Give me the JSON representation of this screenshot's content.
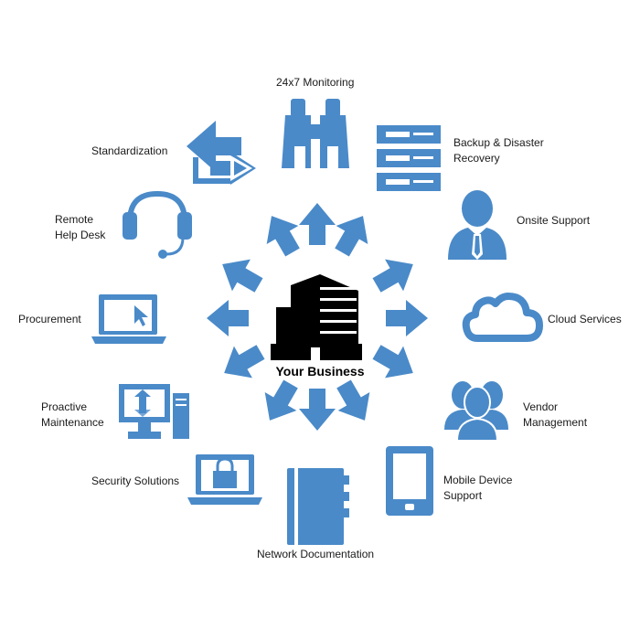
{
  "colors": {
    "accent": "#4a8ac9",
    "dark": "#000000"
  },
  "center": {
    "title": "Your Business",
    "icon": "office-building-icon"
  },
  "services": {
    "monitoring": {
      "label": "24x7 Monitoring",
      "icon": "binoculars-icon"
    },
    "backup": {
      "line1": "Backup & Disaster",
      "line2": "Recovery",
      "icon": "server-rack-icon"
    },
    "onsite": {
      "label": "Onsite Support",
      "icon": "person-suit-icon"
    },
    "cloud": {
      "label": "Cloud Services",
      "icon": "cloud-icon"
    },
    "vendor": {
      "line1": "Vendor",
      "line2": "Management",
      "icon": "people-group-icon"
    },
    "mobile": {
      "line1": "Mobile Device",
      "line2": "Support",
      "icon": "tablet-icon"
    },
    "docs": {
      "label": "Network Documentation",
      "icon": "notebook-icon"
    },
    "security": {
      "label": "Security Solutions",
      "icon": "laptop-lock-icon"
    },
    "maintenance": {
      "line1": "Proactive",
      "line2": "Maintenance",
      "icon": "desktop-computer-icon"
    },
    "procurement": {
      "label": "Procurement",
      "icon": "laptop-cursor-icon"
    },
    "helpdesk": {
      "line1": "Remote",
      "line2": "Help Desk",
      "icon": "headset-icon"
    },
    "standardization": {
      "label": "Standardization",
      "icon": "swap-arrows-icon"
    }
  }
}
